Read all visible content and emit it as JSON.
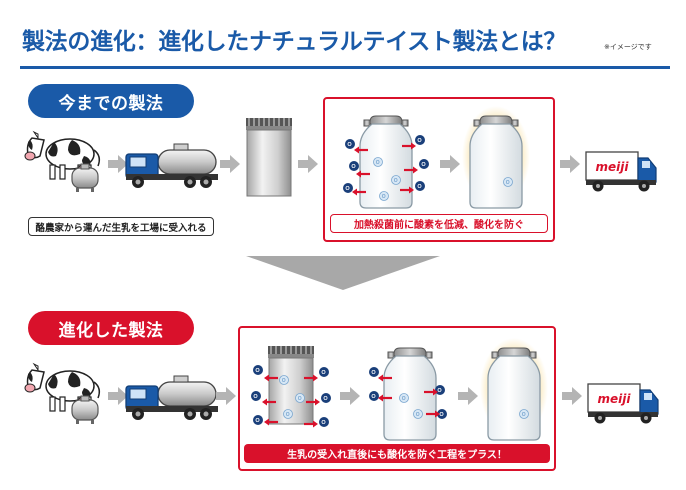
{
  "header": {
    "title": "製法の進化：進化したナチュラルテイスト製法とは？",
    "note": "※イメージです"
  },
  "section_old": {
    "label": "今までの製法",
    "farm_caption": "酪農家から運んだ生乳を工場に受入れる",
    "process_caption": "加熱殺菌前に酸素を低減、酸化を防ぐ"
  },
  "section_new": {
    "label": "進化した製法",
    "process_caption": "生乳の受入れ直後にも酸化を防ぐ工程をプラス！"
  },
  "truck_brand": "meiji",
  "oxygen_symbol": "O2",
  "colors": {
    "blue": "#1a5aa8",
    "red": "#d9112b",
    "arrow_gray": "#b4b4b4",
    "glow": "#f7d98c"
  },
  "icons": [
    "cow-icon",
    "milk-tank-icon",
    "tanker-truck-icon",
    "silo-tank-icon",
    "milk-can-icon",
    "oxygen-molecule-icon",
    "delivery-truck-icon"
  ]
}
